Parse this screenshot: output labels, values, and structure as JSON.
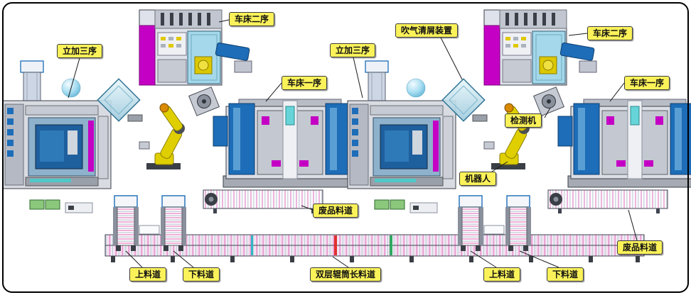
{
  "diagram": {
    "type": "factory-production-line-layout",
    "labels": [
      {
        "name": "lathe-op2-left",
        "text": "车床二序"
      },
      {
        "name": "vmc-op3-left",
        "text": "立加三序"
      },
      {
        "name": "air-blow-chip-cleaner",
        "text": "吹气清屑装置"
      },
      {
        "name": "lathe-op2-right",
        "text": "车床二序"
      },
      {
        "name": "lathe-op1-left",
        "text": "车床一序"
      },
      {
        "name": "vmc-op3-right",
        "text": "立加三序"
      },
      {
        "name": "lathe-op1-right",
        "text": "车床一序"
      },
      {
        "name": "inspection-machine",
        "text": "检测机"
      },
      {
        "name": "robot",
        "text": "机器人"
      },
      {
        "name": "scrap-chute-left",
        "text": "废品料道"
      },
      {
        "name": "scrap-chute-right",
        "text": "废品料道"
      },
      {
        "name": "loading-chute-left",
        "text": "上料道"
      },
      {
        "name": "unloading-chute-left",
        "text": "下料道"
      },
      {
        "name": "double-roller-conveyor",
        "text": "双层辊筒长料道"
      },
      {
        "name": "loading-chute-right",
        "text": "上料道"
      },
      {
        "name": "unloading-chute-right",
        "text": "下料道"
      }
    ],
    "colors": {
      "label_bg": "#FBF25A",
      "label_border": "#3A3A3A",
      "label_text": "#111111",
      "machine_magenta": "#C400C4",
      "machine_blue": "#1D6DB8",
      "glass_cyan": "#A4D8EA",
      "robot_yellow": "#E0CF00",
      "conveyor_pink": "#EBA6D6",
      "green_box": "#8CC87C",
      "sphere_blue": "#A9DEF2"
    }
  }
}
